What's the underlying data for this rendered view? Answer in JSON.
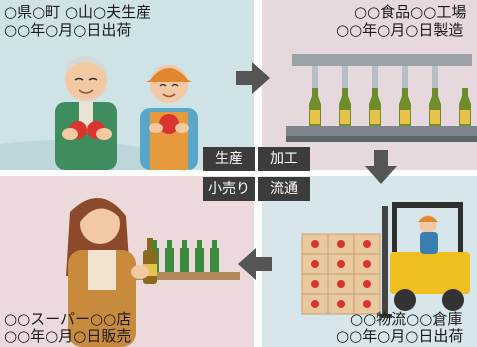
{
  "colors": {
    "produce_bg": "#cfe3e6",
    "factory_bg": "#e6d8dc",
    "retail_bg": "#ecd9dc",
    "logistics_bg": "#d6e6ea",
    "arrow": "#555555",
    "label_bg": "#3c3c3c",
    "label_text": "#ffffff"
  },
  "panels": {
    "production": {
      "line1": "○県○町 ○山○夫生産",
      "line2": "○○年○月○日出荷"
    },
    "processing": {
      "line1": "○○食品○○工場",
      "line2": "○○年○月○日製造"
    },
    "retail": {
      "line1": "○○スーパー○○店",
      "line2": "○○年○月○日販売"
    },
    "distribution": {
      "line1": "○○物流○○倉庫",
      "line2": "○○年○月○日出荷"
    }
  },
  "stage_labels": {
    "production": "生産",
    "processing": "加工",
    "retail": "小売り",
    "distribution": "流通"
  },
  "icons": {
    "arrow_right": "arrow-right-icon",
    "arrow_down": "arrow-down-icon",
    "arrow_left": "arrow-left-icon"
  }
}
